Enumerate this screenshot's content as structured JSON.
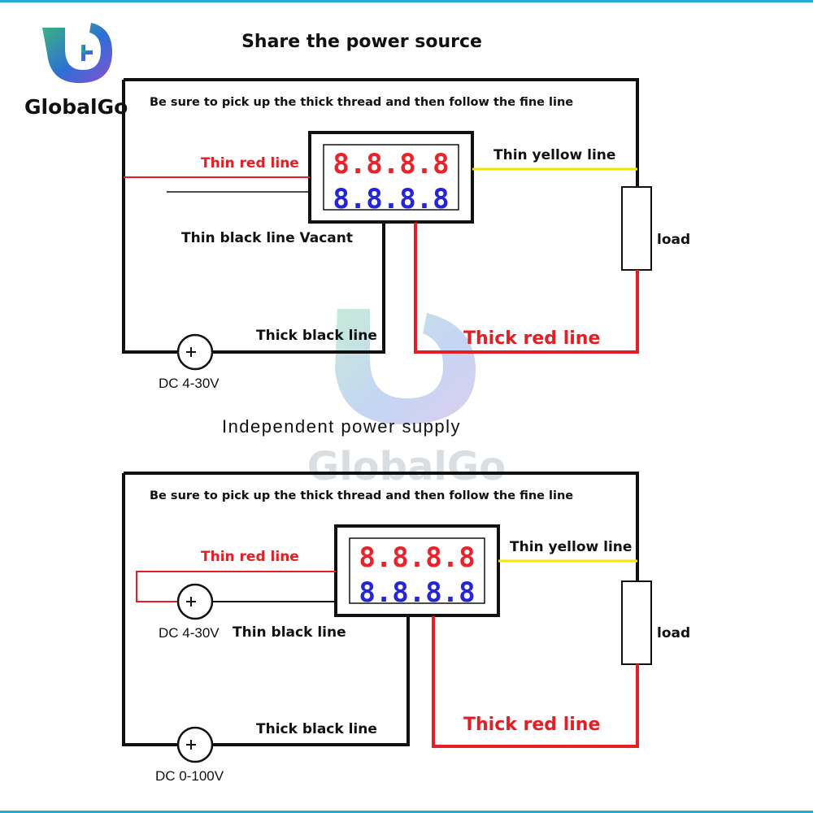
{
  "brand": {
    "name": "GlobalGo",
    "watermark": "GlobalGo"
  },
  "colors": {
    "red": "#e31e24",
    "yellow": "#f4e400",
    "black": "#111111",
    "frame": "#25a9d6",
    "digit_red": "#e8232a",
    "digit_blue": "#2424d8",
    "logo_green": "#3cb878",
    "logo_blue": "#2e6fd6",
    "logo_purple": "#8a4fd0"
  },
  "diagram1": {
    "title": "Share the power source",
    "instruction": "Be sure to pick up the thick thread and then follow the fine line",
    "thin_red": "Thin red line",
    "thin_yellow": "Thin yellow line",
    "thin_black": "Thin black line Vacant",
    "thick_black": "Thick black line",
    "thick_red": "Thick red line",
    "load": "load",
    "source": "DC 4-30V",
    "display_red": "8.8.8.8",
    "display_blue": "8.8.8.8"
  },
  "diagram2": {
    "title": "Independent power supply",
    "instruction": "Be sure to pick up the thick thread and then follow the fine line",
    "thin_red": "Thin red line",
    "thin_yellow": "Thin yellow line",
    "thin_black": "Thin black line",
    "thick_black": "Thick black line",
    "thick_red": "Thick red line",
    "load": "load",
    "source_small": "DC 4-30V",
    "source_main": "DC 0-100V",
    "display_red": "8.8.8.8",
    "display_blue": "8.8.8.8"
  }
}
